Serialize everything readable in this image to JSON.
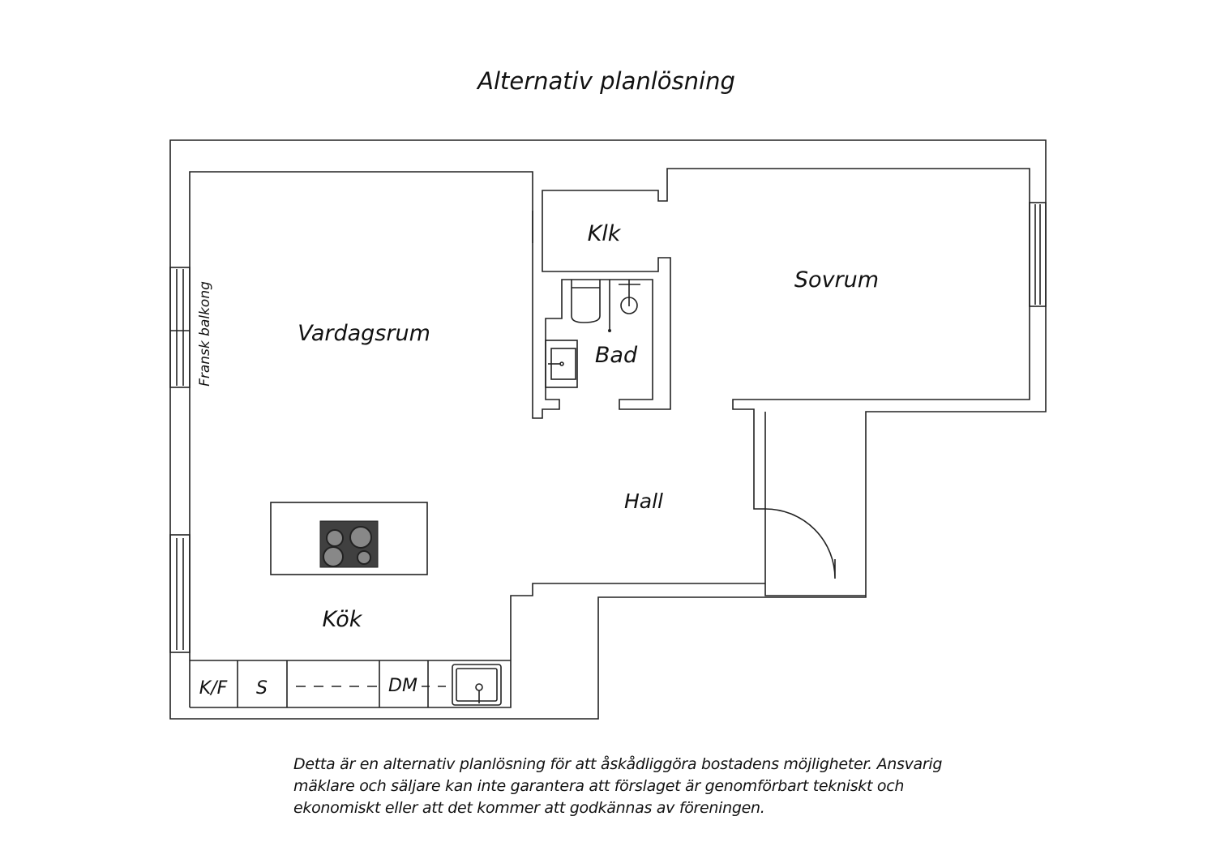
{
  "title": "Alternativ planlösning",
  "rooms": {
    "klk": "Klk",
    "bad": "Bad",
    "sovrum": "Sovrum",
    "vardagsrum": "Vardagsrum",
    "hall": "Hall",
    "kok": "Kök",
    "fransk_balkong": "Fransk balkong"
  },
  "kitchen": {
    "kf": "K/F",
    "s": "S",
    "dm": "DM"
  },
  "disclaimer": [
    "Detta är en alternativ planlösning för att åskådliggöra bostadens möjligheter. Ansvarig",
    "mäklare och säljare kan inte garantera att förslaget är genomförbart tekniskt och",
    "ekonomiskt eller att det kommer att godkännas av föreningen."
  ]
}
